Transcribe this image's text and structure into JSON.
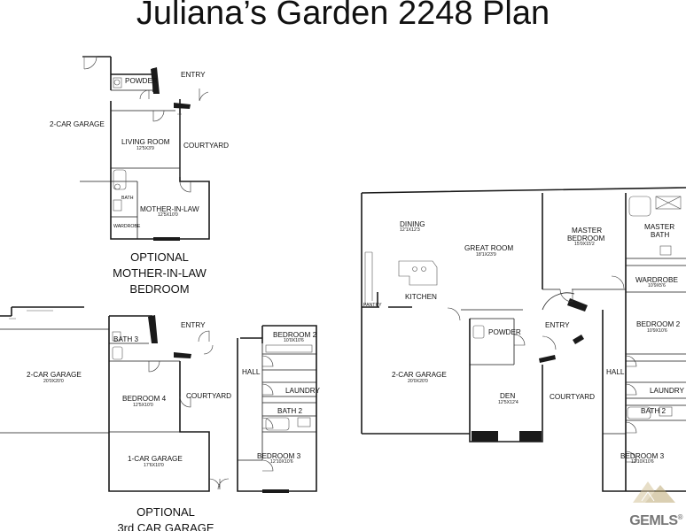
{
  "title": "Juliana’s Garden 2248 Plan",
  "captions": {
    "mil_line1": "OPTIONAL",
    "mil_line2": "MOTHER-IN-LAW",
    "mil_line3": "BEDROOM",
    "car_line1": "OPTIONAL",
    "car_line2": "3rd CAR GARAGE"
  },
  "top_left": {
    "powder": "POWDER",
    "entry": "ENTRY",
    "garage": "2-CAR GARAGE",
    "living": "LIVING ROOM",
    "living_dim": "12'5X3'9",
    "courtyard": "COURTYARD",
    "bath": "BATH",
    "mil": "MOTHER-IN-LAW",
    "mil_dim": "12'5X10'0",
    "wardrobe": "WARDROBE"
  },
  "bottom_left": {
    "bath3": "BATH 3",
    "entry": "ENTRY",
    "garage": "2-CAR GARAGE",
    "garage_dim": "20'0X20'0",
    "bedroom4": "BEDROOM 4",
    "bedroom4_dim": "12'5X10'0",
    "courtyard": "COURTYARD",
    "bedroom2": "BEDROOM 2",
    "bedroom2_dim": "10'0X10'6",
    "hall": "HALL",
    "laundry": "LAUNDRY",
    "bath2": "BATH 2",
    "car1": "1-CAR GARAGE",
    "car1_dim": "17'6X10'0",
    "bedroom3": "BEDROOM 3",
    "bedroom3_dim": "12'10X10'6"
  },
  "right": {
    "dining": "DINING",
    "dining_dim": "12'1X12'3",
    "great": "GREAT ROOM",
    "great_dim": "18'1X23'9",
    "master_bed": "MASTER",
    "master_bed2": "BEDROOM",
    "master_bed_dim": "15'0X15'2",
    "master_bath": "MASTER",
    "master_bath2": "BATH",
    "kitchen": "KITCHEN",
    "pantry": "PANTRY",
    "wardrobe": "WARDROBE",
    "wardrobe_dim": "10'9X5'6",
    "powder": "POWDER",
    "entry": "ENTRY",
    "bedroom2": "BEDROOM 2",
    "bedroom2_dim": "10'9X10'6",
    "garage": "2-CAR GARAGE",
    "garage_dim": "20'0X20'0",
    "den": "DEN",
    "den_dim": "12'5X12'4",
    "hall": "HALL",
    "laundry": "LAUNDRY",
    "courtyard": "COURTYARD",
    "bath2": "BATH 2",
    "bedroom3": "BEDROOM 3",
    "bedroom3_dim": "12'10X10'6"
  },
  "watermark": "GEMLS",
  "watermark_sub": "®"
}
